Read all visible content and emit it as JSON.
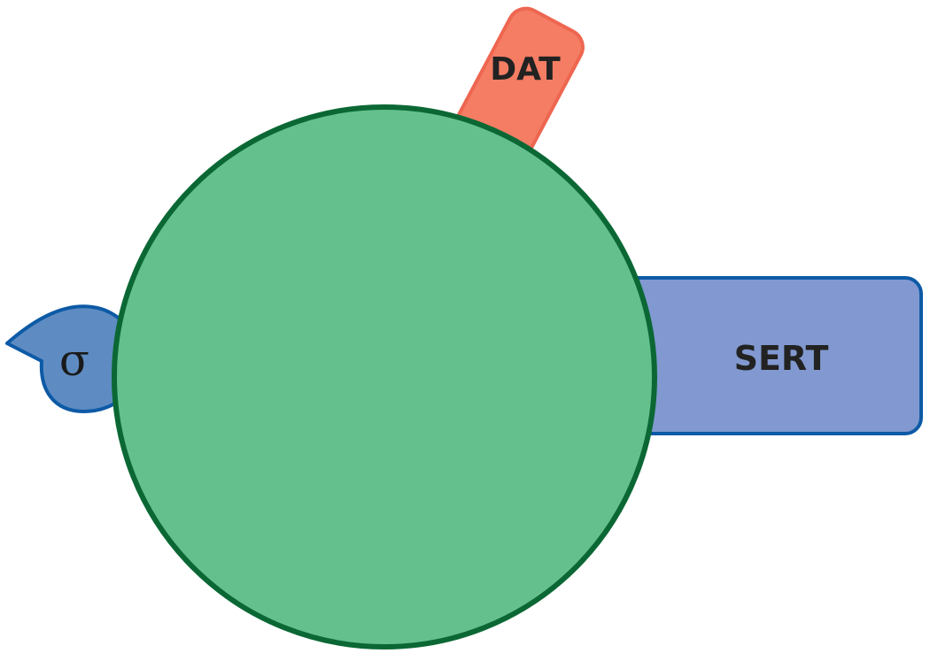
{
  "diagram": {
    "background": "#ffffff",
    "hub": {
      "fill": "#64c08c",
      "stroke": "#0b6834",
      "label": ""
    },
    "branches": [
      {
        "id": "dat",
        "label": "DAT",
        "shape": "rounded-rect",
        "fill": "#f47d64",
        "stroke": "#ee6650"
      },
      {
        "id": "sert",
        "label": "SERT",
        "shape": "rounded-rect",
        "fill": "#8199d0",
        "stroke": "#0d5aa6"
      },
      {
        "id": "sigma",
        "label": "σ",
        "shape": "leaf",
        "fill": "#5e8cc2",
        "stroke": "#0d5aa6"
      }
    ]
  }
}
